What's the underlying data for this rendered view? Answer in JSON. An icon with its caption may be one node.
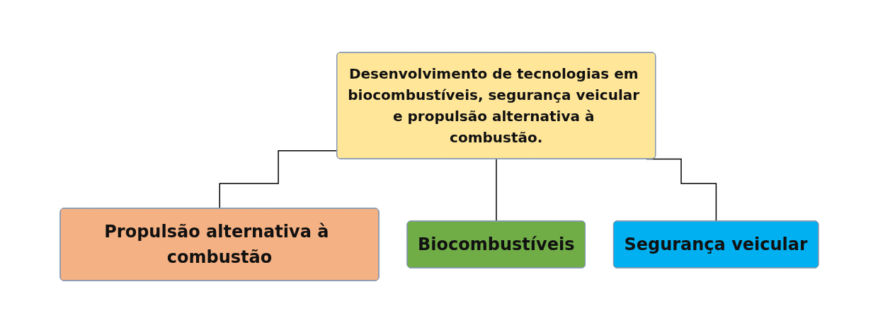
{
  "diagram": {
    "nodes": [
      {
        "text": [
          "Desenvolvimento de tecnologias em biocombustíveis, segurança veicular e propulsão alternativa à combustão."
        ]
      },
      {
        "text": [
          "Propulsão alternativa à combustão"
        ]
      },
      {
        "text": [
          "Biocombustíveis"
        ]
      },
      {
        "text": [
          "Segurança veicular"
        ]
      }
    ],
    "edges": [
      {
        "from": 0,
        "to": 1,
        "arrow": "none"
      },
      {
        "from": 0,
        "to": 2,
        "arrow": "none"
      },
      {
        "from": 0,
        "to": 3,
        "arrow": "none"
      }
    ]
  }
}
